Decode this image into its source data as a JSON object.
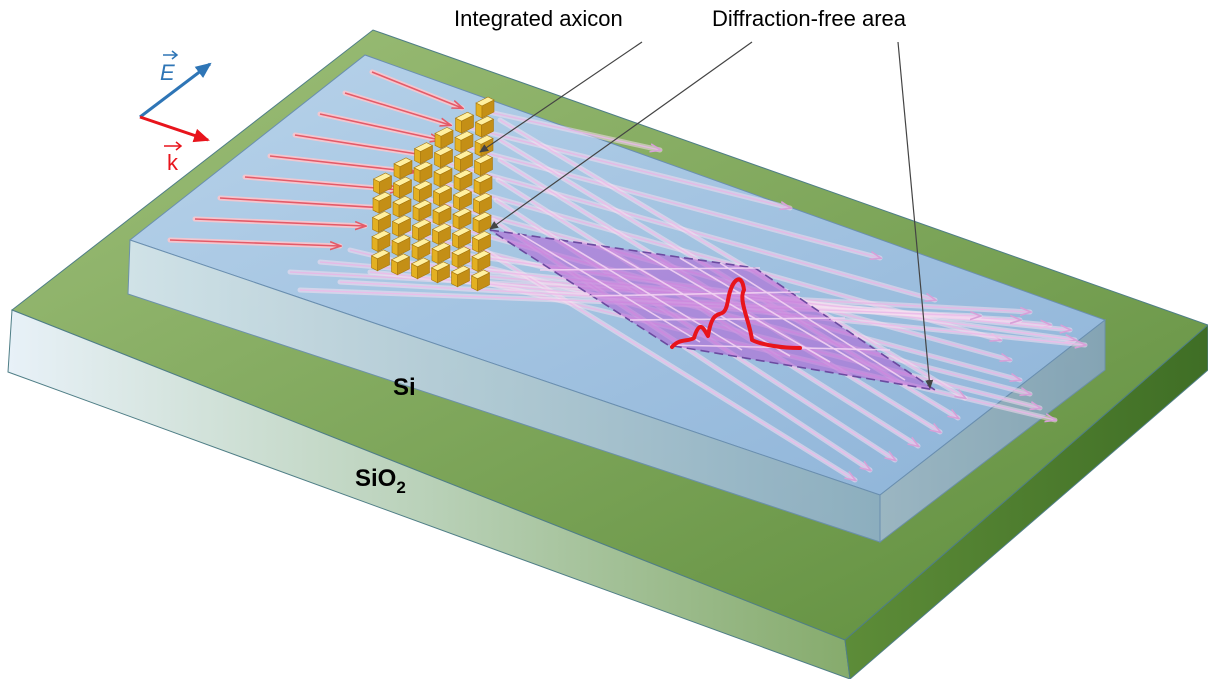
{
  "annotations": {
    "axicon_label": "Integrated axicon",
    "diffraction_label": "Diffraction-free area"
  },
  "layers": {
    "silicon_label": "Si",
    "oxide_label_base": "SiO",
    "oxide_label_sub": "2"
  },
  "vectors": {
    "e_field_label": "E",
    "k_vector_label": "k"
  },
  "colors": {
    "e_vector": "#2e75b6",
    "k_vector": "#e8141c",
    "axicon_gold": "#e6b422",
    "beam_red": "#e04a5a",
    "beam_pink": "#e8b4e8",
    "focus_region": "#b45fd6",
    "intensity_curve": "#e8141c",
    "oxide_green": "#6b9a4a",
    "silicon_blue": "#9fbfdc"
  }
}
